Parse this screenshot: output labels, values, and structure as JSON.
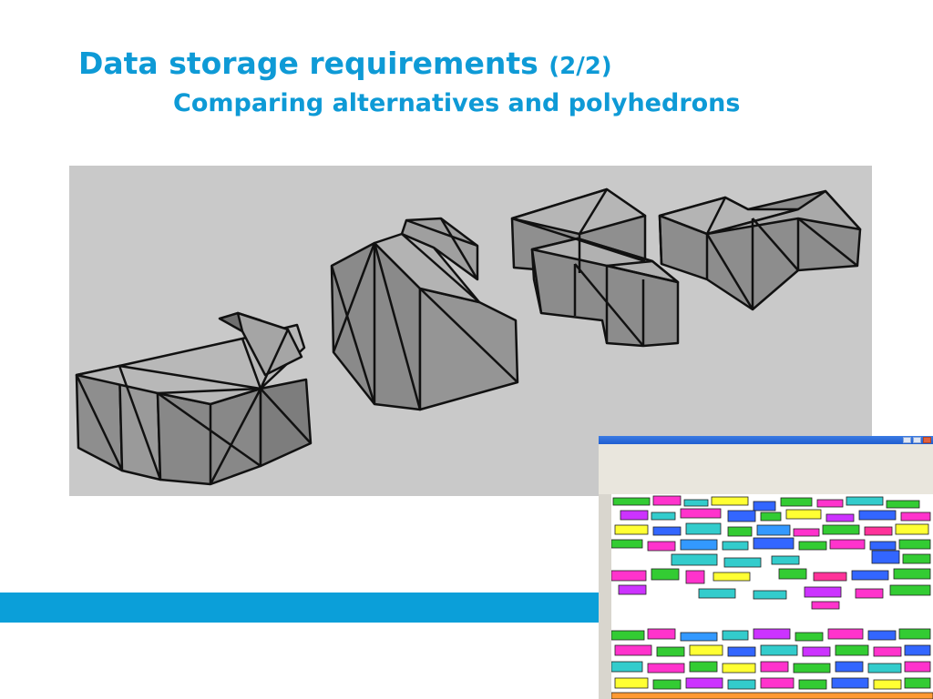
{
  "slide": {
    "title": "Data storage requirements",
    "title_suffix": "(2/2)",
    "subtitle": "Comparing alternatives and polyhedrons"
  },
  "colors": {
    "title": "#0e9ad6",
    "accent_band": "#0b9fd9",
    "panel_background": "#c9c9c9",
    "polyhedron_fill": "#8c8c8c"
  },
  "figures": {
    "polyhedron_renderings": "gray triangulated building polyhedrons",
    "city_model_window": "colored 3D city block model"
  }
}
